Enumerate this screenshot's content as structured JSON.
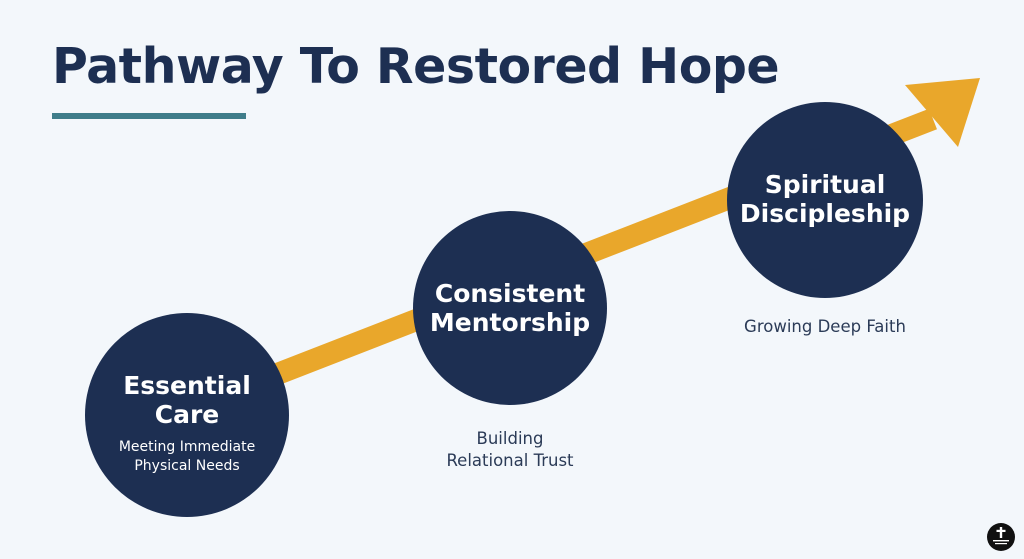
{
  "title": "Pathway To Restored Hope",
  "colors": {
    "background": "#f3f7fb",
    "navy": "#1d2f52",
    "accent_rule": "#3f7d8a",
    "arrow": "#e9a72b",
    "subtitle_text": "#2b3b57"
  },
  "steps": [
    {
      "title_lines": [
        "Essential",
        "Care"
      ],
      "subtitle_lines": [
        "Meeting Immediate",
        "Physical Needs"
      ]
    },
    {
      "title_lines": [
        "Consistent",
        "Mentorship"
      ],
      "subtitle_lines": [
        "Building",
        "Relational Trust"
      ]
    },
    {
      "title_lines": [
        "Spiritual",
        "Discipleship"
      ],
      "subtitle_lines": [
        "Growing Deep Faith"
      ]
    }
  ],
  "logo": {
    "icon": "cross-logo-icon"
  }
}
